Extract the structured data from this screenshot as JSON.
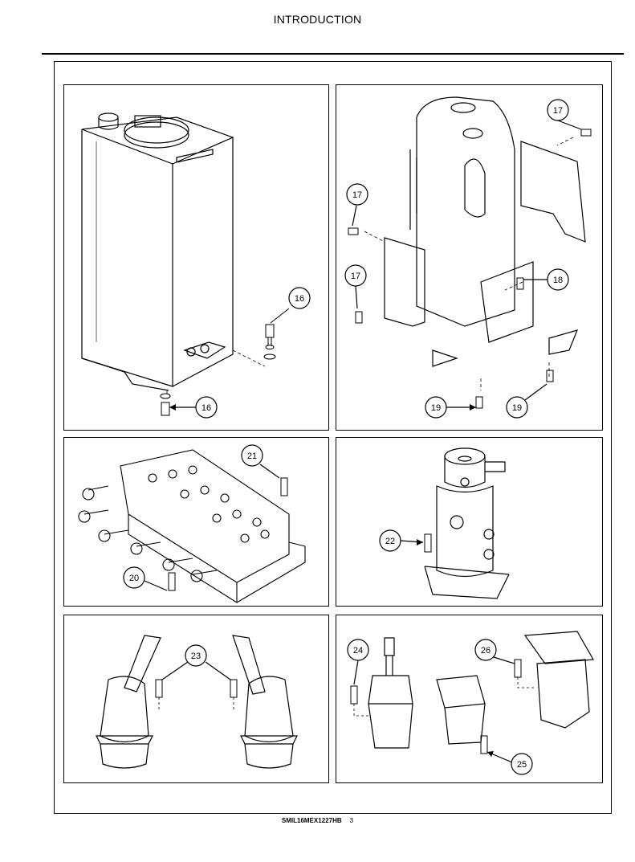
{
  "header": {
    "title": "INTRODUCTION"
  },
  "panels": [
    {
      "id": "hydraulic-tank",
      "callouts": [
        "16",
        "16"
      ]
    },
    {
      "id": "tank-mounting",
      "callouts": [
        "17",
        "17",
        "17",
        "18",
        "19",
        "19"
      ]
    },
    {
      "id": "control-valve",
      "callouts": [
        "21",
        "20"
      ]
    },
    {
      "id": "swivel-joint",
      "callouts": [
        "22"
      ]
    },
    {
      "id": "joysticks",
      "callouts": [
        "23"
      ]
    },
    {
      "id": "pilot-controls",
      "callouts": [
        "24",
        "26",
        "25"
      ]
    }
  ],
  "footer": {
    "doc_code": "SMIL16MEX1227HB",
    "page_number": "3"
  }
}
